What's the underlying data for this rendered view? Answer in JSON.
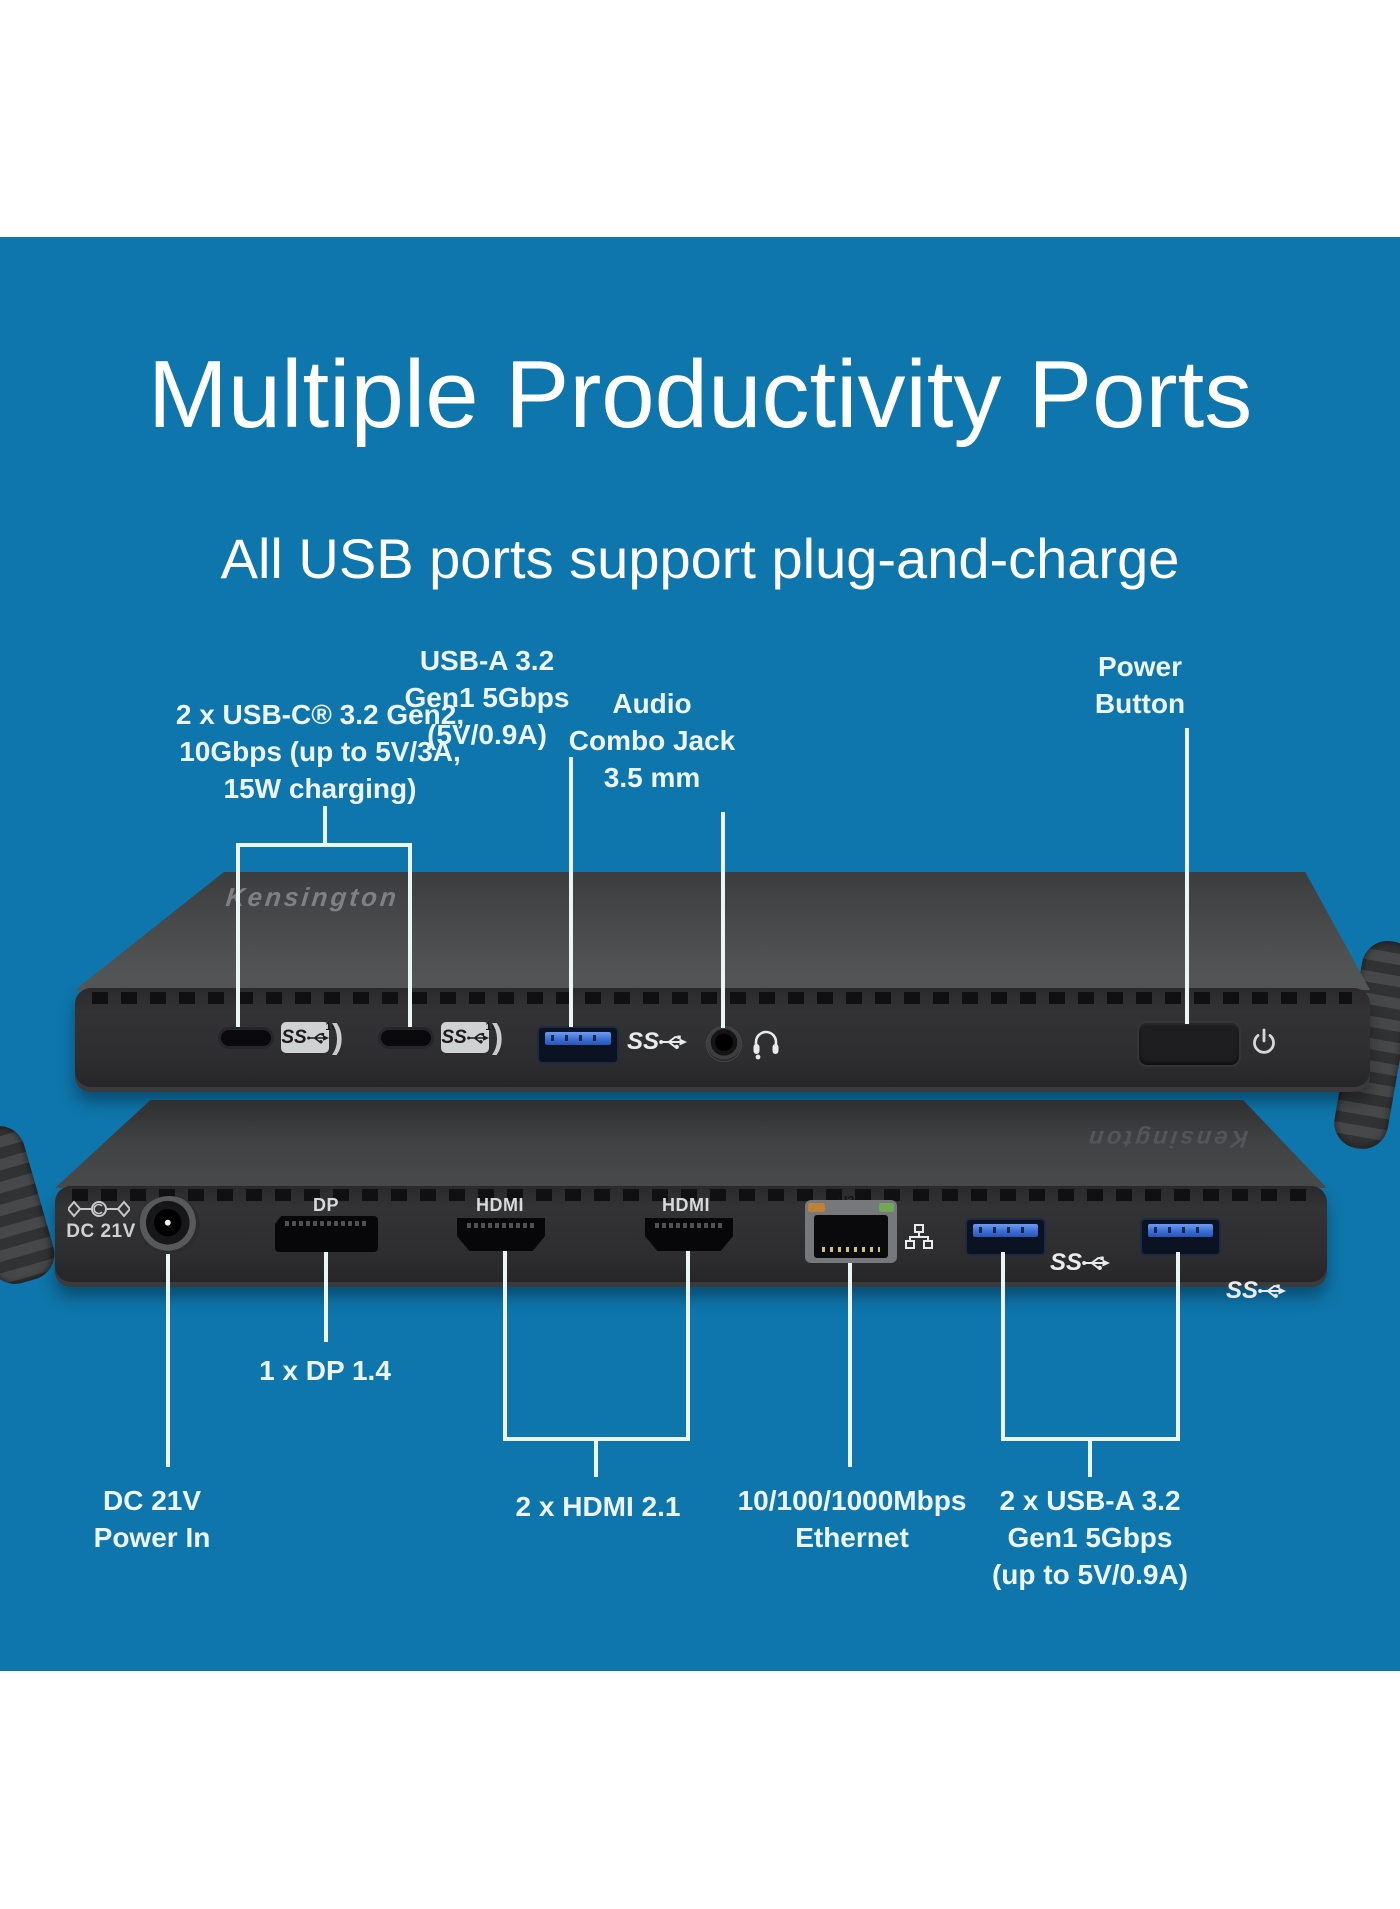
{
  "header": {
    "title": "Multiple Productivity Ports",
    "subtitle": "All USB ports support plug-and-charge"
  },
  "callouts": {
    "usb_c": {
      "lines": [
        "2 x USB-C® 3.2 Gen2,",
        "10Gbps (up to 5V/3A,",
        "15W charging)"
      ]
    },
    "usb_a_front": {
      "lines": [
        "USB-A 3.2",
        "Gen1 5Gbps",
        "(5V/0.9A)"
      ]
    },
    "audio": {
      "lines": [
        "Audio",
        "Combo Jack",
        "3.5 mm"
      ]
    },
    "power": {
      "lines": [
        "Power",
        "Button"
      ]
    },
    "dc": {
      "lines": [
        "DC 21V",
        "Power In"
      ]
    },
    "dp": {
      "text": "1 x DP 1.4"
    },
    "hdmi": {
      "text": "2 x HDMI 2.1"
    },
    "ethernet": {
      "lines": [
        "10/100/1000Mbps",
        "Ethernet"
      ]
    },
    "usb_a_back": {
      "lines": [
        "2 x USB-A 3.2",
        "Gen1 5Gbps",
        "(up to 5V/0.9A)"
      ]
    }
  },
  "device": {
    "brand_front": "Kensington",
    "brand_back": "Kensington",
    "back_panel": {
      "dc_voltage": "DC 21V",
      "dp_label": "DP",
      "hdmi_label": "HDMI",
      "ethernet_tag": "U2"
    },
    "ss_logo": {
      "text": "SS",
      "speed": "10"
    }
  },
  "colors": {
    "background_blue": "#0e76ac",
    "callout_white": "#edf5f4",
    "device_body": "#2d2d2f",
    "usb_tongue_blue": "#3a6fd8"
  }
}
